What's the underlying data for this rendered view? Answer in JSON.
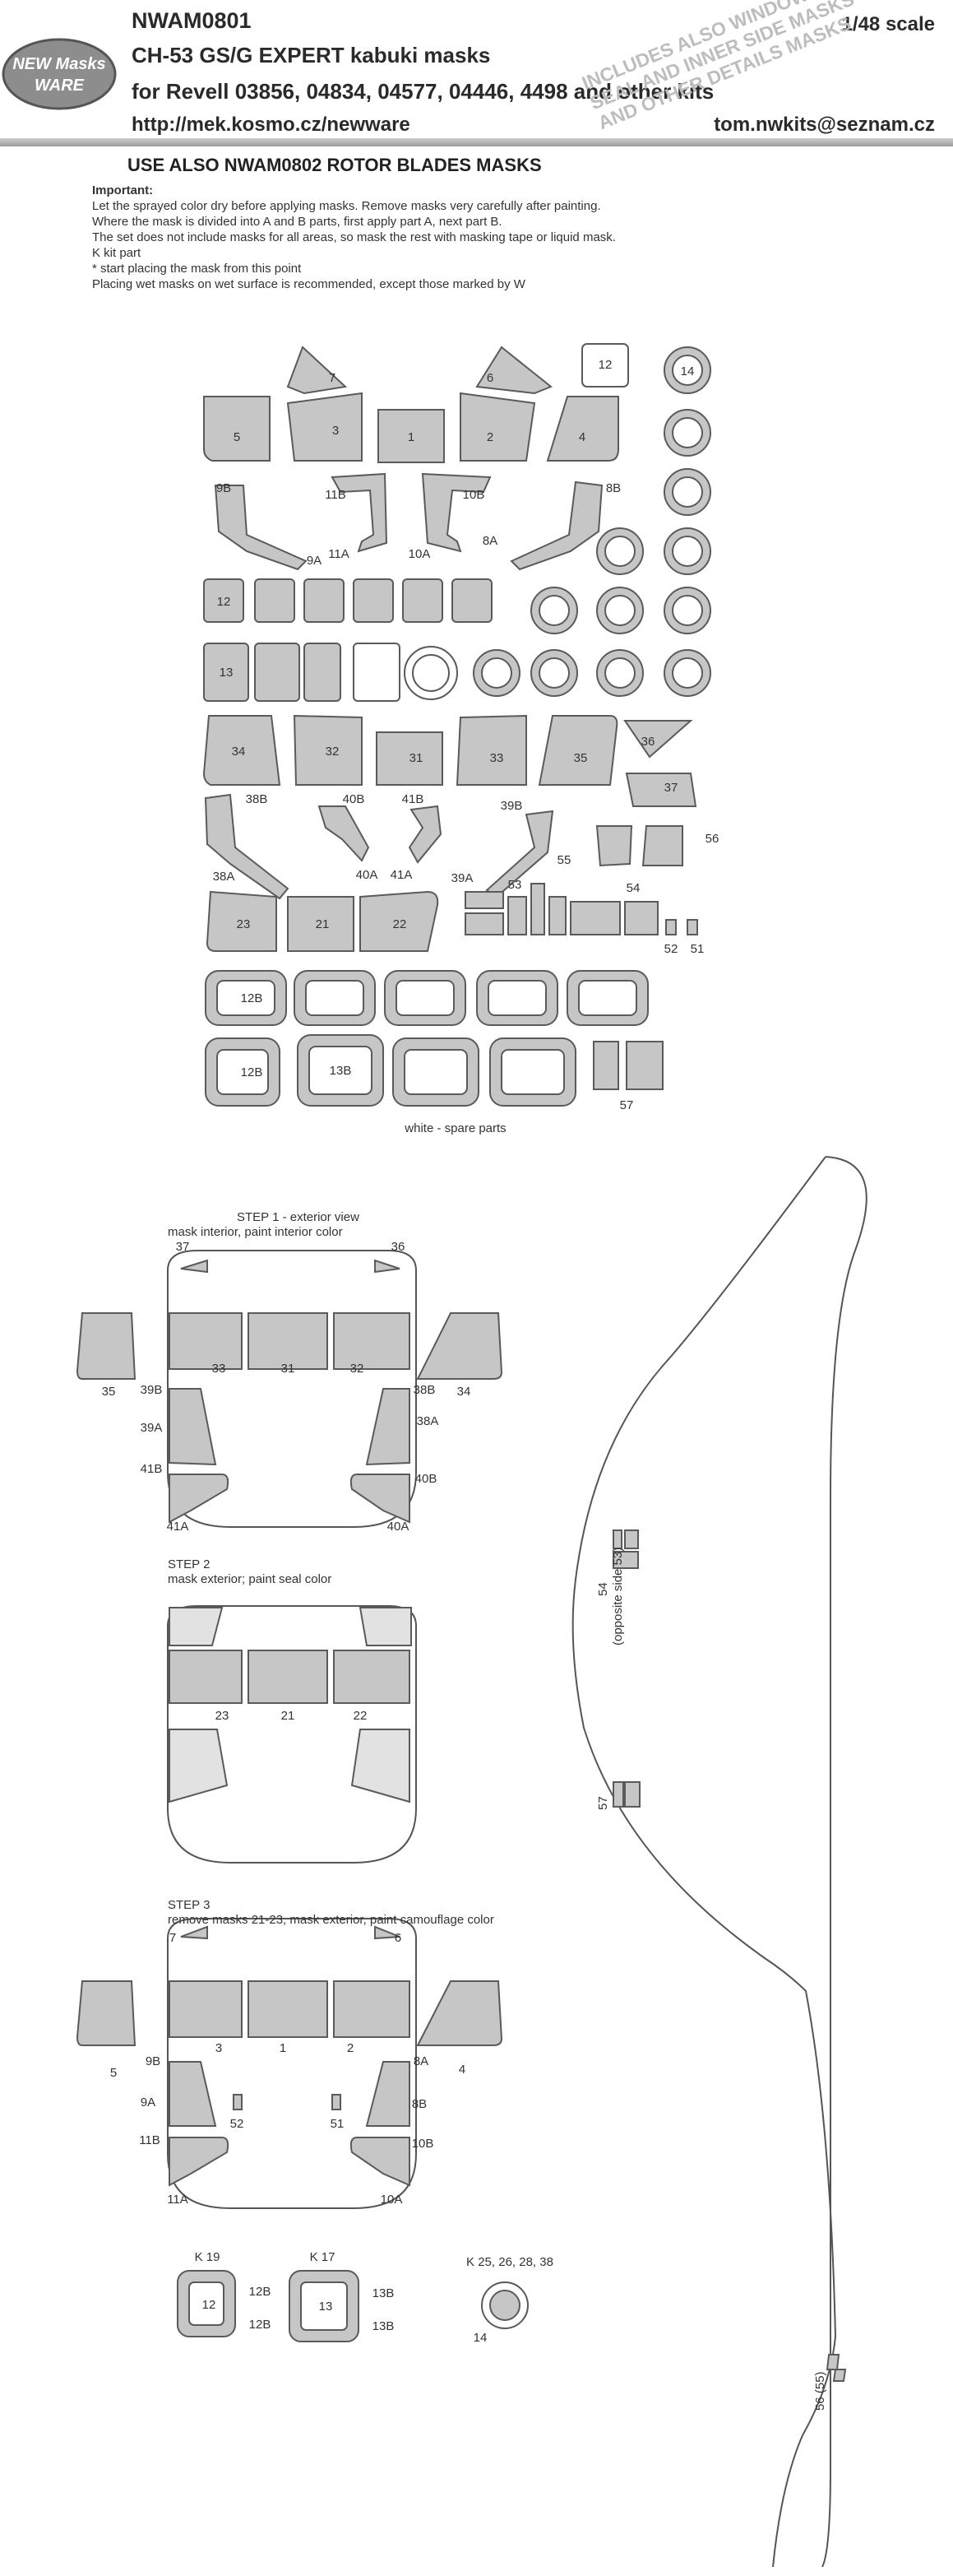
{
  "header": {
    "code": "NWAM0801",
    "title": "CH-53 GS/G EXPERT kabuki masks",
    "kits": "for Revell 03856, 04834, 04577, 04446, 4498 and other kits",
    "url": "http://mek.kosmo.cz/newware",
    "scale": "1/48 scale",
    "email": "tom.nwkits@seznam.cz",
    "stamp_lines": [
      "INCLUDES ALSO WINDOWS",
      "SEAL AND INNER SIDE MASKS",
      "AND OTHER DETAILS MASKS"
    ],
    "logo_top": "NEW Masks",
    "logo_bottom": "WARE"
  },
  "notice": "USE ALSO NWAM0802 ROTOR BLADES MASKS",
  "notes": {
    "heading": "Important:",
    "lines": [
      "Let the sprayed color dry before applying masks. Remove masks very carefully after painting.",
      "Where the mask is divided into A and B parts, first apply part A, next part B.",
      "The set does not include masks for all areas, so mask the rest with masking tape or liquid mask.",
      "K kit part",
      "*  start placing the mask from this point",
      "Placing wet masks on wet surface is recommended, except those marked by W"
    ]
  },
  "sheet": {
    "spare_note": "white - spare parts",
    "parts": {
      "p1": "1",
      "p2": "2",
      "p3": "3",
      "p4": "4",
      "p5": "5",
      "p6": "6",
      "p7": "7",
      "p8a": "8A",
      "p8b": "8B",
      "p9a": "9A",
      "p9b": "9B",
      "p10a": "10A",
      "p10b": "10B",
      "p11a": "11A",
      "p11b": "11B",
      "p12": "12",
      "p13": "13",
      "p14": "14",
      "p12b": "12B",
      "p13b": "13B",
      "p21": "21",
      "p22": "22",
      "p23": "23",
      "p31": "31",
      "p32": "32",
      "p33": "33",
      "p34": "34",
      "p35": "35",
      "p36": "36",
      "p37": "37",
      "p38a": "38A",
      "p38b": "38B",
      "p39a": "39A",
      "p39b": "39B",
      "p40a": "40A",
      "p40b": "40B",
      "p41a": "41A",
      "p41b": "41B",
      "p51": "51",
      "p52": "52",
      "p53": "53",
      "p54": "54",
      "p55": "55",
      "p56": "56",
      "p57": "57"
    }
  },
  "steps": {
    "step1_title": "STEP 1 - exterior view",
    "step1_desc": "mask interior, paint interior color",
    "step2_title": "STEP 2",
    "step2_desc": "mask exterior; paint seal color",
    "step3_title": "STEP 3",
    "step3_desc": "remove masks 21-23, mask exterior, paint camouflage color"
  },
  "kit_parts": {
    "k19": "K 19",
    "k17": "K 17",
    "k25": "K 25,  26, 28, 38"
  },
  "side_view": {
    "label_54": "54",
    "label_53": "(opposite side 53)",
    "label_57": "57",
    "label_56": "56 (55)"
  },
  "colors": {
    "mask_fill": "#c6c6c6",
    "mask_stroke": "#5a5a5a",
    "header_bar": "#a8a8a8",
    "stamp_text": "#bdbdbd"
  }
}
